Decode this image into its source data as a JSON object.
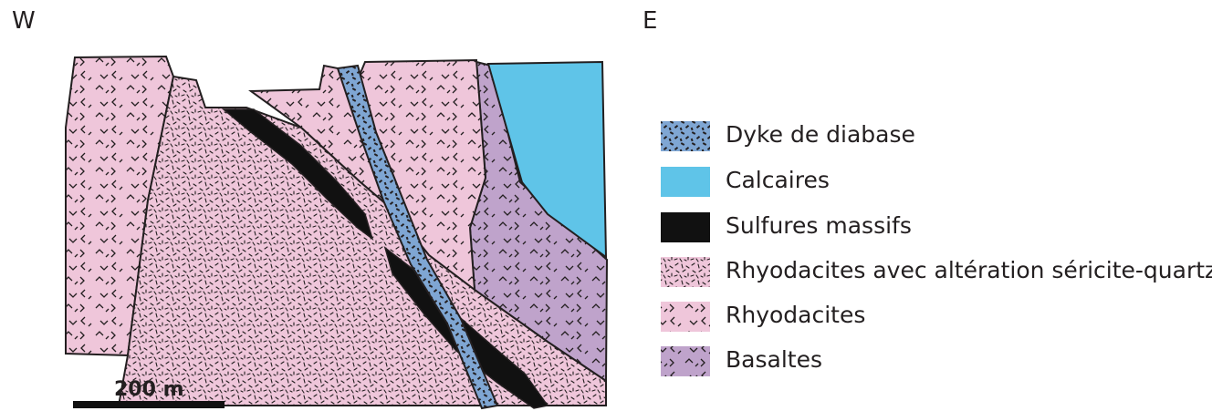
{
  "orientation": {
    "west": "W",
    "east": "E"
  },
  "legend": {
    "items": [
      {
        "label": "Dyke de diabase",
        "pattern": "dyke",
        "color": "#7fa6d3"
      },
      {
        "label": "Calcaires",
        "pattern": "plain",
        "color": "#5fc4e8"
      },
      {
        "label": "Sulfures massifs",
        "pattern": "plain",
        "color": "#111111"
      },
      {
        "label": "Rhyodacites avec altération séricite-quartz",
        "pattern": "dashes",
        "color": "#efc6da"
      },
      {
        "label": "Rhyodacites",
        "pattern": "carets",
        "color": "#efc6da"
      },
      {
        "label": "Basaltes",
        "pattern": "carets",
        "color": "#bfa3cb"
      }
    ]
  },
  "scale_bar": {
    "label": "200 m"
  },
  "colors": {
    "rhyodacite": "#efc6da",
    "basalt": "#bfa3cb",
    "limestone": "#5fc4e8",
    "dyke": "#7fa6d3",
    "sulfide": "#111111",
    "outline": "#231f20"
  }
}
